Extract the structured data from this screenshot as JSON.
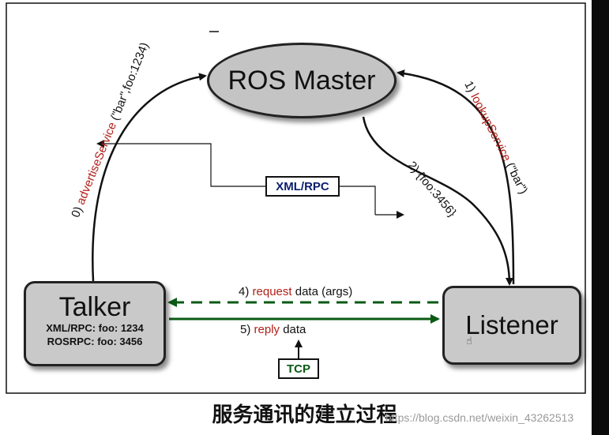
{
  "nodes": {
    "master": "ROS Master",
    "talker": {
      "title": "Talker",
      "line1": "XML/RPC: foo: 1234",
      "line2": "ROSRPC: foo: 3456"
    },
    "listener": "Listener"
  },
  "tags": {
    "xmlrpc": "XML/RPC",
    "tcp": "TCP"
  },
  "labels": {
    "advertise": {
      "step": "0) ",
      "call": "advertiseService",
      "args": " (\"bar\",foo:1234)"
    },
    "lookup": {
      "step": "1) ",
      "call": "lookupService",
      "args": " (\"bar\")"
    },
    "response": "2) {foo:3456}",
    "request": {
      "step": "4) ",
      "word": "request",
      "rest": " data (args)"
    },
    "reply": {
      "step": "5) ",
      "word": "reply",
      "rest": " data"
    }
  },
  "caption": "服务通讯的建立过程",
  "watermark": "https://blog.csdn.net/weixin_43262513",
  "icons": {
    "cursor": "hand-cursor-icon"
  },
  "colors": {
    "node_fill": "#c9c9c9",
    "red_text": "#b1201a",
    "xmlrpc_text": "#0a1e6e",
    "green_arrow": "#0a5a14"
  }
}
